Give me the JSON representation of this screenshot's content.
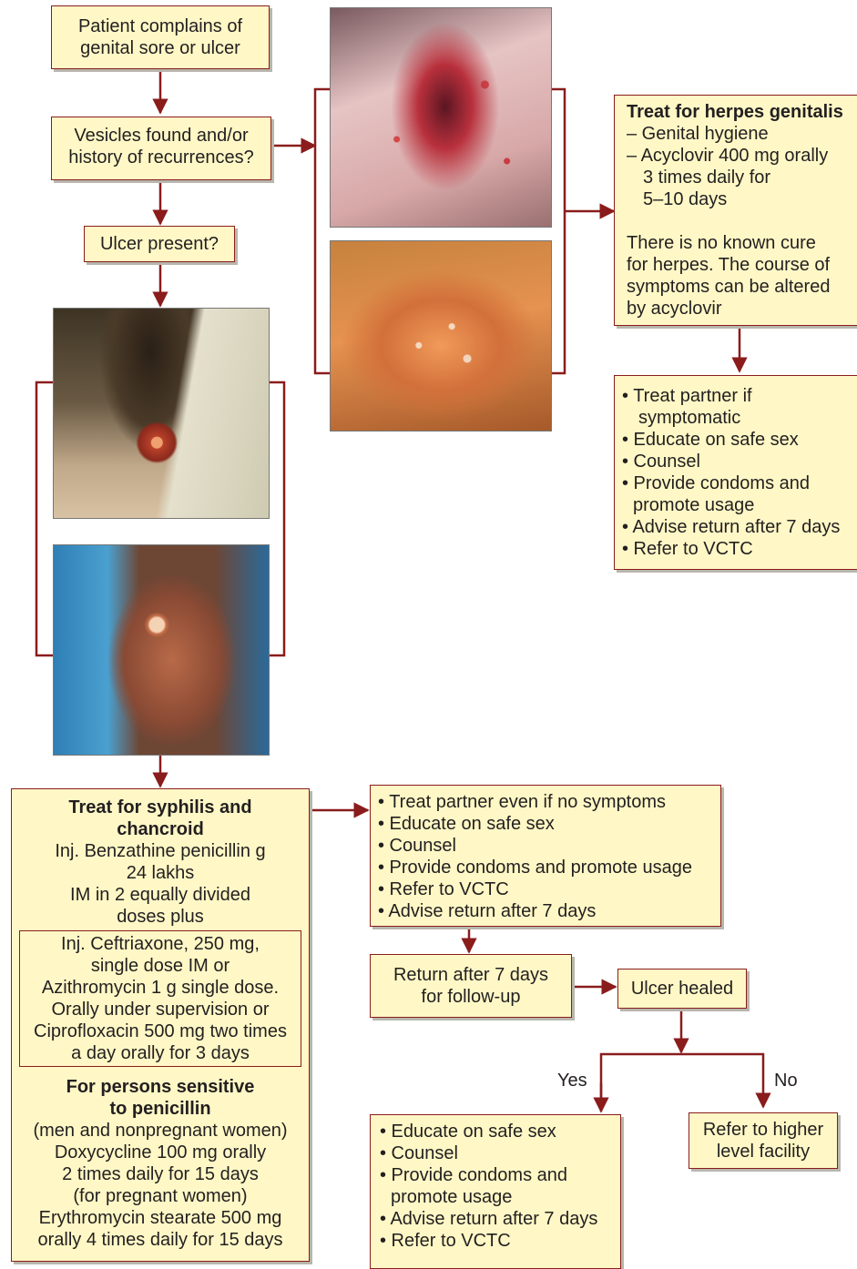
{
  "colors": {
    "box_fill": "#fff8c6",
    "line": "#8a1c1c",
    "shadow": "#b8b6ad"
  },
  "start": {
    "lines": [
      "Patient complains of",
      "genital sore or ulcer"
    ]
  },
  "vesicles_q": {
    "lines": [
      "Vesicles found and/or",
      "history of recurrences?"
    ]
  },
  "ulcer_q": {
    "text": "Ulcer present?"
  },
  "herpes": {
    "title": "Treat for herpes genitalis",
    "items": [
      "– Genital hygiene",
      "– Acyclovir 400 mg orally"
    ],
    "cont": [
      "3 times daily for",
      "5–10 days"
    ],
    "note": [
      "There is no known cure",
      "for herpes. The course of",
      "symptoms can be altered",
      "by acyclovir"
    ]
  },
  "herpes_followup": {
    "items": [
      "• Treat partner if",
      "symptomatic",
      "• Educate on safe sex",
      "• Counsel",
      "• Provide condoms and",
      "promote usage",
      "• Advise return after 7 days",
      "• Refer to VCTC"
    ]
  },
  "syphilis": {
    "title": [
      "Treat for syphilis and",
      "chancroid"
    ],
    "rx1": [
      "Inj. Benzathine penicillin g",
      "24 lakhs",
      "IM in 2 equally divided",
      "doses plus"
    ],
    "rx2": [
      "Inj. Ceftriaxone, 250 mg,",
      "single dose IM or",
      "Azithromycin 1 g single dose.",
      "Orally under supervision or",
      "Ciprofloxacin 500 mg two times",
      "a day orally for 3 days"
    ],
    "allergy_title": [
      "For persons sensitive",
      "to penicillin"
    ],
    "allergy": [
      "(men and nonpregnant women)",
      "Doxycycline 100 mg orally",
      "2 times daily for 15 days",
      "(for pregnant women)",
      "Erythromycin stearate 500 mg",
      "orally 4 times daily for 15 days"
    ]
  },
  "syphilis_followup": {
    "items": [
      "• Treat partner even if no symptoms",
      "• Educate on safe sex",
      "• Counsel",
      "• Provide condoms and promote usage",
      "• Refer to VCTC",
      "• Advise return after 7 days"
    ]
  },
  "return_box": {
    "lines": [
      "Return after 7 days",
      "for follow-up"
    ]
  },
  "healed_q": {
    "text": "Ulcer healed"
  },
  "yes_label": "Yes",
  "no_label": "No",
  "yes_box": {
    "items": [
      "• Educate on safe sex",
      "• Counsel",
      "• Provide condoms and",
      "promote usage",
      "• Advise return after 7 days",
      "• Refer to VCTC"
    ]
  },
  "no_box": {
    "lines": [
      "Refer to higher",
      "level facility"
    ]
  }
}
